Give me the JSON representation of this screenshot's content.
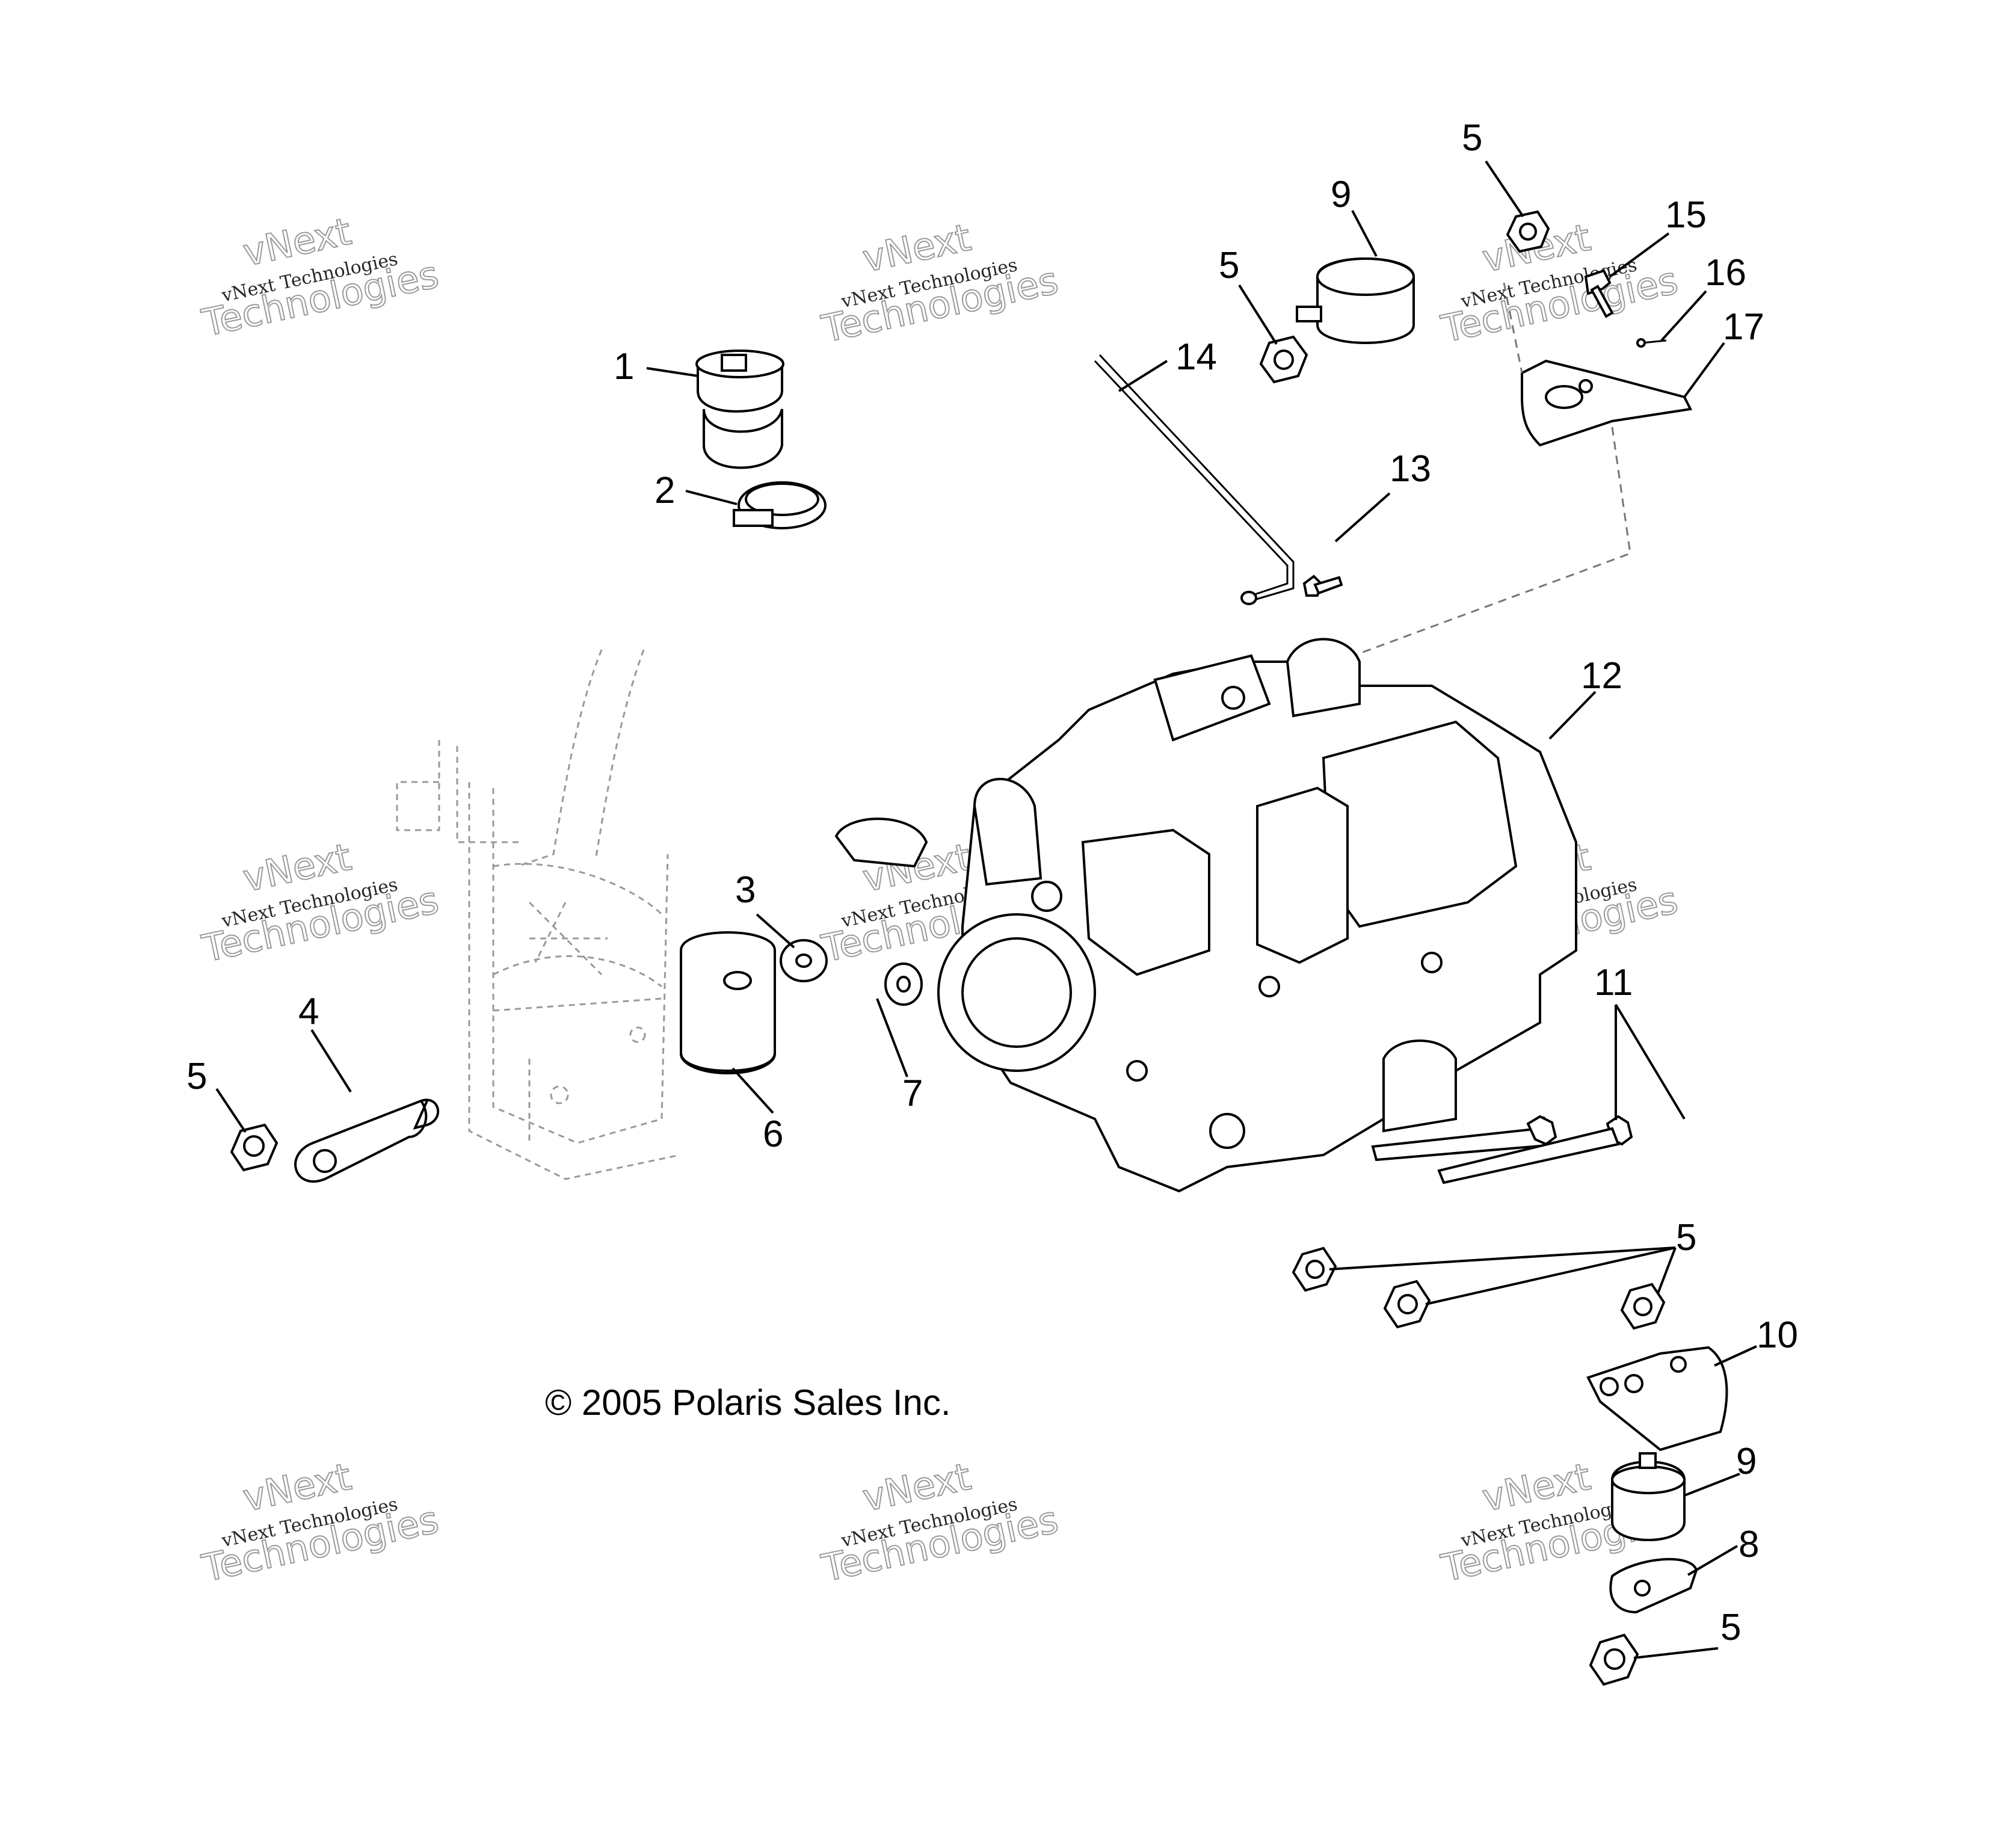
{
  "copyright": "© 2005 Polaris Sales Inc.",
  "watermark": {
    "line1": "vNext",
    "line2": "vNext Technologies",
    "line3": "Technologies"
  },
  "callouts": {
    "c1": "1",
    "c2": "2",
    "c3": "3",
    "c4": "4",
    "c5a": "5",
    "c5b": "5",
    "c5c": "5",
    "c5d": "5",
    "c5e": "5",
    "c6": "6",
    "c7": "7",
    "c8": "8",
    "c9a": "9",
    "c9b": "9",
    "c10": "10",
    "c11": "11",
    "c12": "12",
    "c13": "13",
    "c14": "14",
    "c15": "15",
    "c16": "16",
    "c17": "17"
  }
}
